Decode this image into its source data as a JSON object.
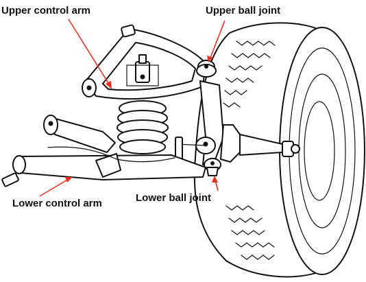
{
  "labels": {
    "upper_control_arm": "Upper control arm",
    "upper_ball_joint": "Upper ball joint",
    "lower_control_arm": "Lower control arm",
    "lower_ball_joint": "Lower ball joint"
  },
  "colors": {
    "pointer": "#e8321f",
    "ink": "#111111",
    "background": "#ffffff"
  }
}
